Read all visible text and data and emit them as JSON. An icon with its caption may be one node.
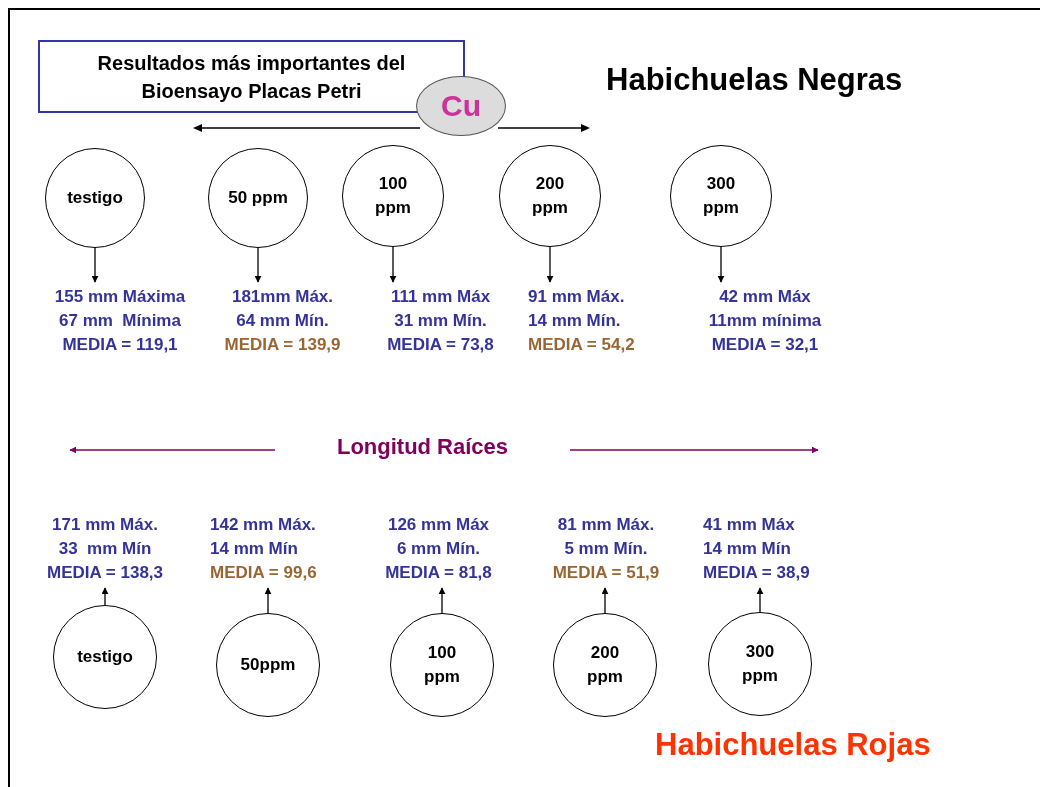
{
  "diagram": {
    "nodes": [
      {
        "text": [
          "Resultados más importantes del Bioensayo Placas Petri"
        ]
      },
      {
        "text": [
          "Cu"
        ]
      },
      {
        "text": [
          "testigo"
        ]
      },
      {
        "text": [
          "50 ppm"
        ]
      },
      {
        "text": [
          "100 ppm"
        ]
      },
      {
        "text": [
          "200 ppm"
        ]
      },
      {
        "text": [
          "300 ppm"
        ]
      },
      {
        "text": [
          "155 mm Máxima",
          "67 mm  Mínima",
          "MEDIA = 119,1"
        ]
      },
      {
        "text": [
          "181mm Máx.",
          "64 mm Mín.",
          "MEDIA = 139,9"
        ]
      },
      {
        "text": [
          "111 mm Máx",
          "31 mm Mín.",
          "MEDIA = 73,8"
        ]
      },
      {
        "text": [
          "91 mm Máx.",
          "14 mm Mín.",
          "MEDIA = 54,2"
        ]
      },
      {
        "text": [
          "42 mm Máx",
          "11mm mínima",
          "MEDIA = 32,1"
        ]
      },
      {
        "text": [
          "Longitud Raíces"
        ]
      },
      {
        "text": [
          "171 mm Máx.",
          "33  mm Mín",
          "MEDIA = 138,3"
        ]
      },
      {
        "text": [
          "142 mm Máx.",
          "14 mm Mín",
          "MEDIA = 99,6"
        ]
      },
      {
        "text": [
          "126 mm Máx",
          "6 mm Mín.",
          "MEDIA = 81,8"
        ]
      },
      {
        "text": [
          "81 mm Máx.",
          "5 mm Mín.",
          "MEDIA = 51,9"
        ]
      },
      {
        "text": [
          "41 mm Máx",
          "14 mm Mín",
          "MEDIA = 38,9"
        ]
      },
      {
        "text": [
          "testigo"
        ]
      },
      {
        "text": [
          "50ppm"
        ]
      },
      {
        "text": [
          "100 ppm"
        ]
      },
      {
        "text": [
          "200 ppm"
        ]
      },
      {
        "text": [
          "300 ppm"
        ]
      }
    ],
    "edges": [
      {
        "from": 2,
        "to": 7,
        "arrow": "to"
      },
      {
        "from": 3,
        "to": 8,
        "arrow": "to"
      },
      {
        "from": 4,
        "to": 9,
        "arrow": "to"
      },
      {
        "from": 5,
        "to": 10,
        "arrow": "to"
      },
      {
        "from": 6,
        "to": 11,
        "arrow": "to"
      },
      {
        "from": 12,
        "to": null,
        "arrow": "to",
        "color": "#800060"
      },
      {
        "from": 12,
        "to": null,
        "arrow": "to",
        "color": "#800060"
      },
      {
        "from": 18,
        "to": 13,
        "arrow": "to"
      },
      {
        "from": 19,
        "to": 14,
        "arrow": "to"
      },
      {
        "from": 20,
        "to": 15,
        "arrow": "to"
      },
      {
        "from": 21,
        "to": 16,
        "arrow": "to"
      },
      {
        "from": 22,
        "to": 17,
        "arrow": "to"
      }
    ],
    "labels": [
      "Habichuelas Negras",
      "Habichuelas Rojas"
    ]
  }
}
